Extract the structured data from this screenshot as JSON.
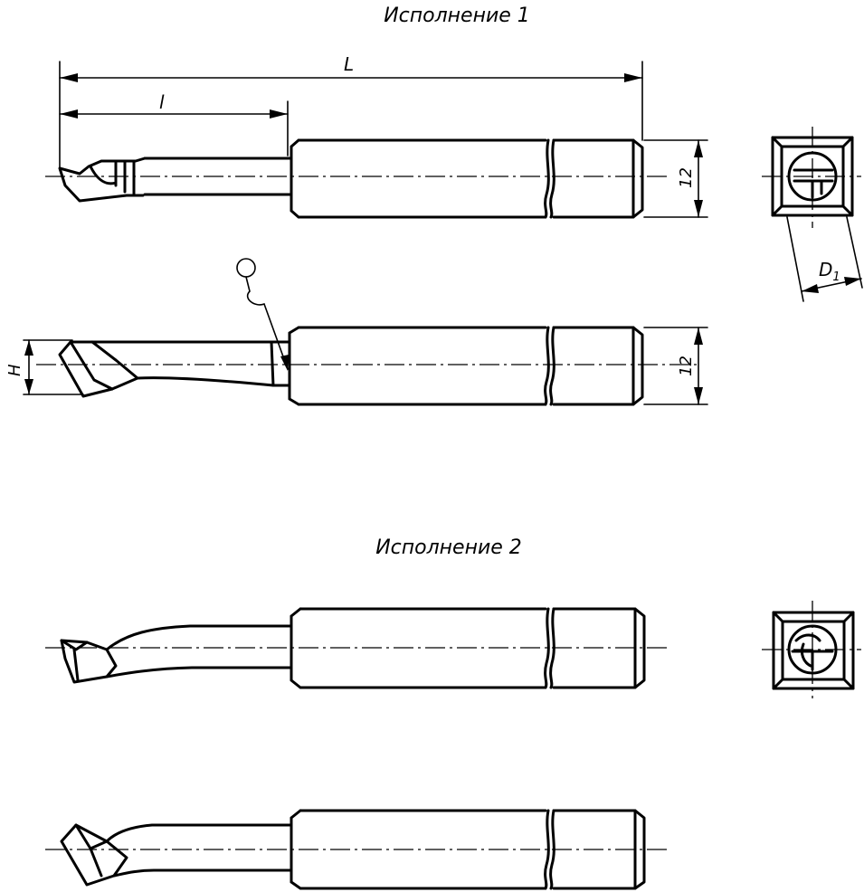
{
  "variant1_title": "Исполнение 1",
  "variant2_title": "Исполнение 2",
  "dim_total_length": "L",
  "dim_working_length": "l",
  "dim_shank_size_top": "12",
  "dim_shank_size_side": "12",
  "dim_height": "H",
  "dim_diameter_main": "D",
  "dim_diameter_sub": "1"
}
